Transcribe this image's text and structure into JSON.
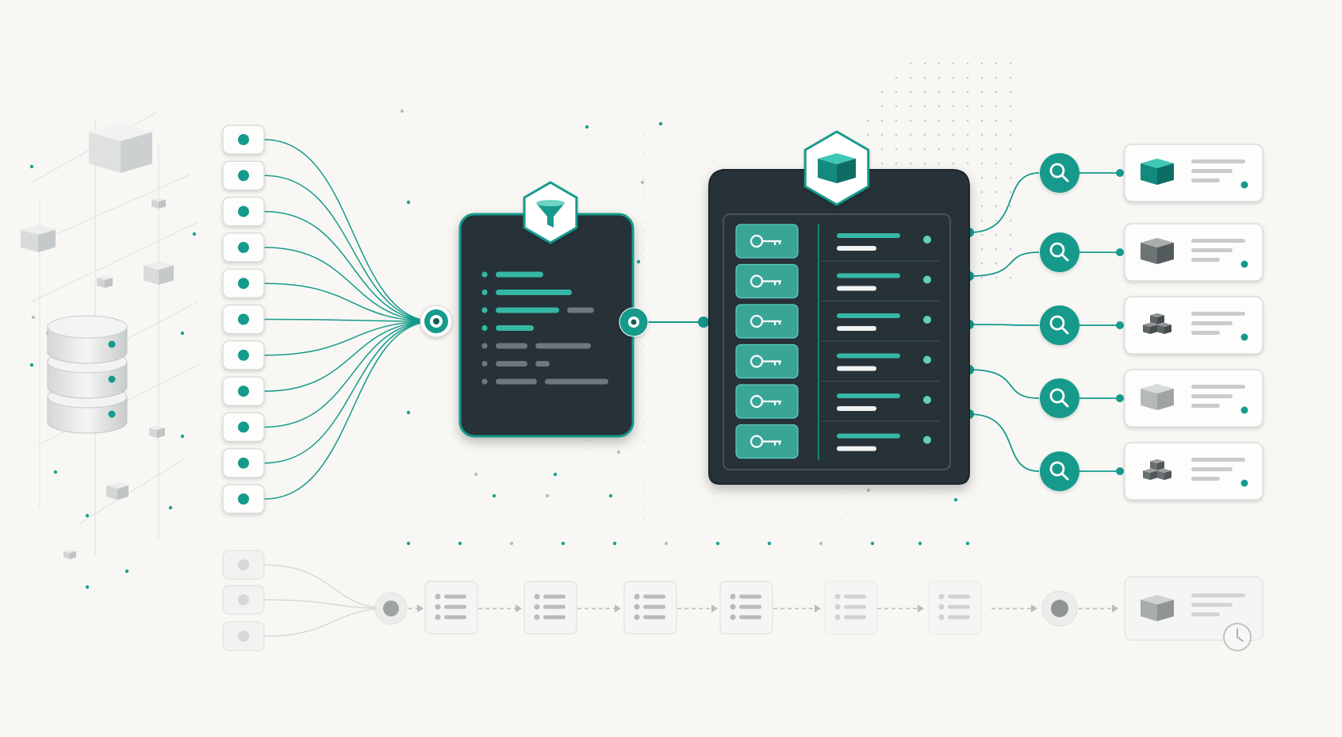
{
  "colors": {
    "background": "#f8f7f4",
    "teal": "#159a8c",
    "teal_light": "#3cc1ae",
    "teal_bar": "#35b7a5",
    "dark_panel": "#253038",
    "dark_panel_edge": "#1b252c",
    "card_fill": "#fdfdfc",
    "card_border": "#d6d8d6",
    "gray_bar": "#6e777b",
    "light_gray_bar": "#c9cccb",
    "ghost_fill": "#f2f2f0",
    "ghost_border": "#e0e1df",
    "ghost_gray": "#b8bbba",
    "faint_line": "#d9dcdb"
  },
  "icons": {
    "database": "database-icon",
    "filter": "filter-funnel-icon",
    "cube": "cube-icon",
    "key": "key-icon",
    "search": "magnifier-icon",
    "clock": "clock-icon",
    "list": "list-icon"
  },
  "diagram": {
    "input_items": 11,
    "filter_panel": {
      "rows": [
        {
          "kind": "teal",
          "segments": 1
        },
        {
          "kind": "teal",
          "segments": 1
        },
        {
          "kind": "teal",
          "segments": 2
        },
        {
          "kind": "teal",
          "segments": 1
        },
        {
          "kind": "gray",
          "segments": 2
        },
        {
          "kind": "gray",
          "segments": 2
        },
        {
          "kind": "gray",
          "segments": 2
        }
      ]
    },
    "index_panel": {
      "rows": 6
    },
    "results": [
      {
        "cube_style": "teal-cube"
      },
      {
        "cube_style": "gray-cube"
      },
      {
        "cube_style": "stacked-cubes"
      },
      {
        "cube_style": "light-gray-cube"
      },
      {
        "cube_style": "stacked-gray-cubes"
      }
    ],
    "ghost_pipeline": {
      "input_items": 3,
      "list_cards": 6
    }
  }
}
